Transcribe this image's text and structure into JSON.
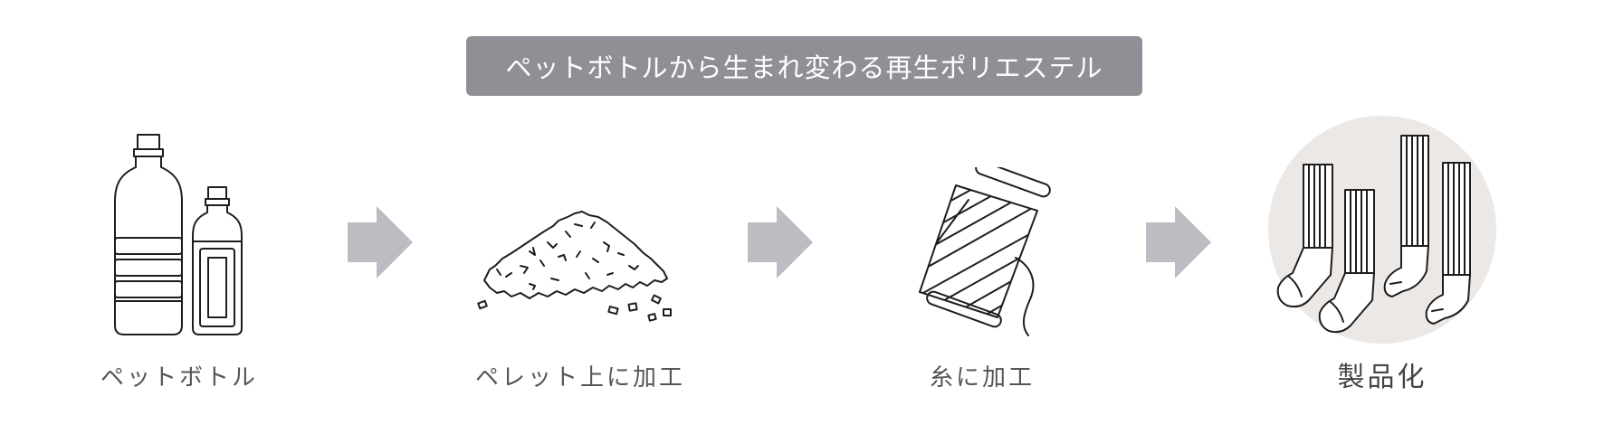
{
  "banner": {
    "text": "ペットボトルから生まれ変わる再生ポリエステル"
  },
  "steps": [
    {
      "label": "ペットボトル",
      "icon": "pet-bottles-icon"
    },
    {
      "label": "ペレット上に加工",
      "icon": "pellets-icon"
    },
    {
      "label": "糸に加工",
      "icon": "thread-spool-icon"
    },
    {
      "label": "製品化",
      "icon": "socks-icon"
    }
  ],
  "colors": {
    "banner_bg": "#8e9096",
    "arrow": "#bcbdc3",
    "socks_circle": "#ece8e6",
    "line": "#1e1e1e"
  }
}
